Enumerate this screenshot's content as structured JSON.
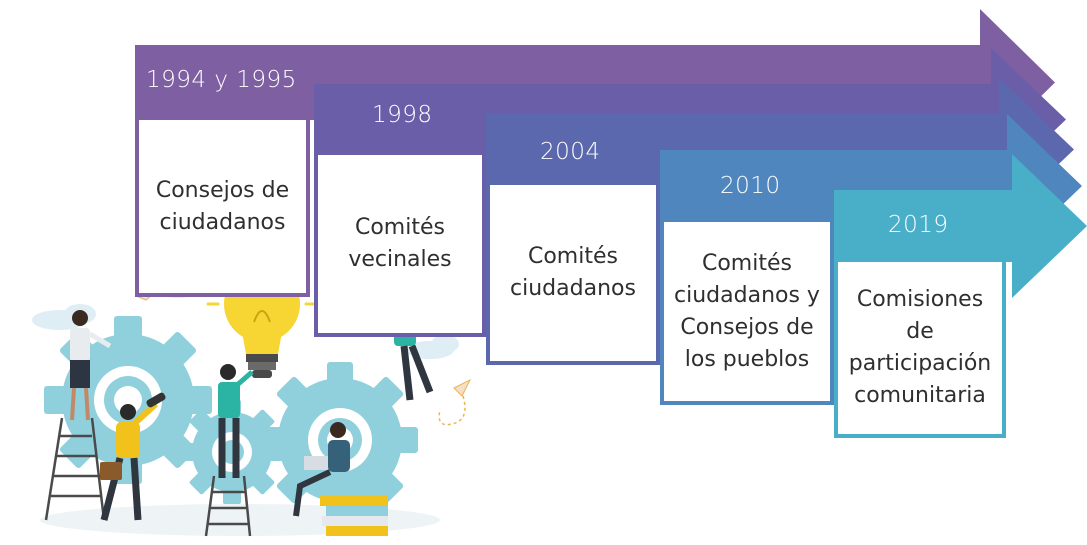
{
  "timeline": {
    "stages": [
      {
        "year": "1994 y 1995",
        "label": "Consejos de\nciudadanos",
        "color": "#7e5fa1"
      },
      {
        "year": "1998",
        "label": "Comités\nvecinales",
        "color": "#6b5ea8"
      },
      {
        "year": "2004",
        "label": "Comités\nciudadanos",
        "color": "#5b68ae"
      },
      {
        "year": "2010",
        "label": "Comités\nciudadanos y\nConsejos de\nlos pueblos",
        "color": "#4f86bd"
      },
      {
        "year": "2019",
        "label": "Comisiones\nde\nparticipación\ncomunitaria",
        "color": "#49aec8"
      }
    ]
  },
  "illustration": {
    "gear_color": "#8fd0dc",
    "bulb_color": "#f7d533",
    "description_icons": [
      "gear-icon",
      "lightbulb-icon",
      "ladder-icon",
      "person-icon",
      "book-stack-icon",
      "paper-plane-icon",
      "megaphone-icon"
    ]
  }
}
